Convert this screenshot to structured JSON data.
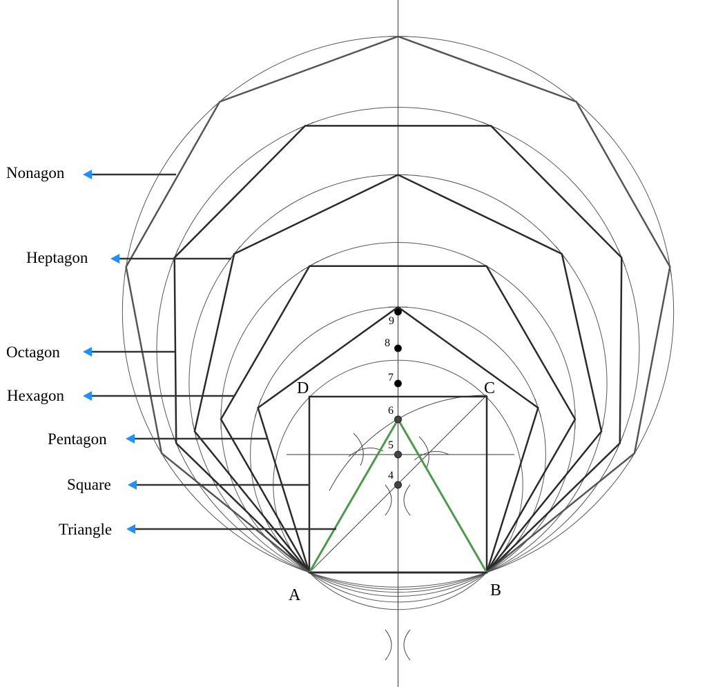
{
  "colors": {
    "arrow": "#1e90ff",
    "triangle": "#4a9a4a",
    "line": "#2a2a2a",
    "construction": "#555555"
  },
  "labels": [
    {
      "key": "nonagon",
      "text": "Nonagon",
      "sides": 9
    },
    {
      "key": "heptagon",
      "text": "Heptagon",
      "sides": 7
    },
    {
      "key": "octagon",
      "text": "Octagon",
      "sides": 8
    },
    {
      "key": "hexagon",
      "text": "Hexagon",
      "sides": 6
    },
    {
      "key": "pentagon",
      "text": "Pentagon",
      "sides": 5
    },
    {
      "key": "square",
      "text": "Square",
      "sides": 4
    },
    {
      "key": "triangle",
      "text": "Triangle",
      "sides": 3
    }
  ],
  "vertices": {
    "a": "A",
    "b": "B",
    "c": "C",
    "d": "D"
  },
  "points": [
    "4",
    "5",
    "6",
    "7",
    "8",
    "9"
  ]
}
